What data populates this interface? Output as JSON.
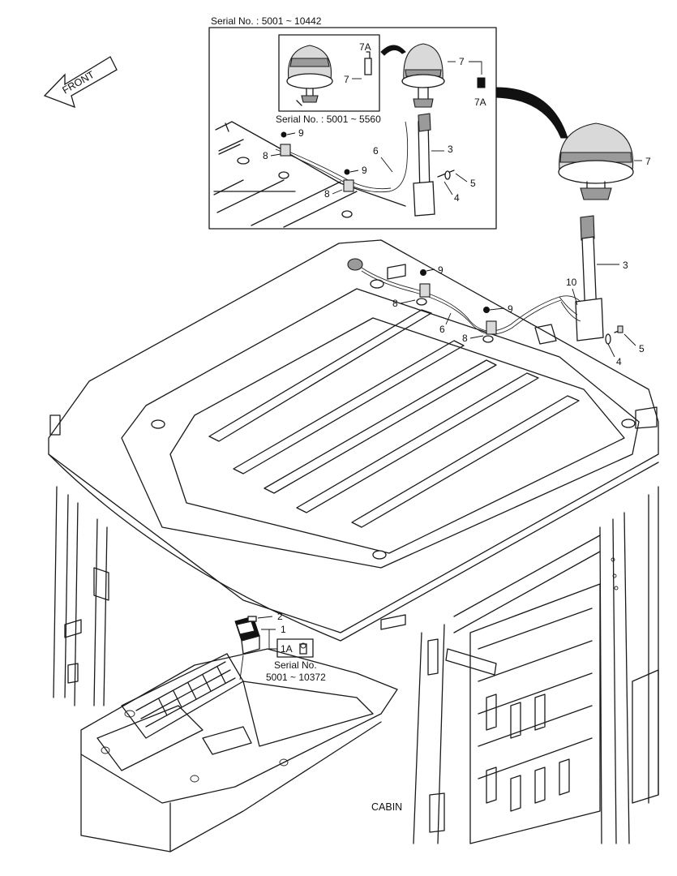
{
  "diagram": {
    "title": "CABIN",
    "front_label": "FRONT",
    "inset": {
      "serial_main": "Serial No. : 5001 ~ 10442",
      "serial_sub": "Serial No. : 5001 ~ 5560"
    },
    "switch_note": {
      "line1": "Serial No.",
      "line2": "5001 ~ 10372"
    },
    "callouts": {
      "c1": "1",
      "c1a": "1A",
      "c2": "2",
      "c3": "3",
      "c4": "4",
      "c5": "5",
      "c6": "6",
      "c7": "7",
      "c7a": "7A",
      "c8": "8",
      "c9": "9",
      "c10": "10"
    },
    "colors": {
      "line": "#1a1a1a",
      "fill_light": "#d9d9d9",
      "fill_dark": "#9a9a9a",
      "arrow": "#111111"
    }
  }
}
